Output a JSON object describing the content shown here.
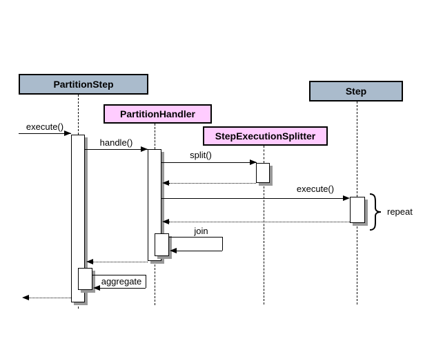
{
  "colors": {
    "actor_blue": "#aabbcc",
    "actor_pink": "#ffccff",
    "shadow": "#999999",
    "line": "#000000",
    "background": "#ffffff"
  },
  "diagram": {
    "type": "uml-sequence",
    "actors": [
      {
        "name": "PartitionStep",
        "style": "blue"
      },
      {
        "name": "PartitionHandler",
        "style": "pink"
      },
      {
        "name": "StepExecutionSplitter",
        "style": "pink"
      },
      {
        "name": "Step",
        "style": "blue"
      }
    ],
    "messages": [
      {
        "label": "execute()",
        "kind": "sync",
        "from": "caller",
        "to": "PartitionStep"
      },
      {
        "label": "handle()",
        "kind": "sync",
        "from": "PartitionStep",
        "to": "PartitionHandler"
      },
      {
        "label": "split()",
        "kind": "sync",
        "from": "PartitionHandler",
        "to": "StepExecutionSplitter"
      },
      {
        "label": "",
        "kind": "return",
        "from": "StepExecutionSplitter",
        "to": "PartitionHandler"
      },
      {
        "label": "execute()",
        "kind": "sync",
        "from": "PartitionHandler",
        "to": "Step"
      },
      {
        "label": "",
        "kind": "return",
        "from": "Step",
        "to": "PartitionHandler"
      },
      {
        "label": "join",
        "kind": "self",
        "from": "PartitionHandler",
        "to": "PartitionHandler"
      },
      {
        "label": "",
        "kind": "return",
        "from": "PartitionHandler",
        "to": "PartitionStep"
      },
      {
        "label": "aggregate",
        "kind": "self",
        "from": "PartitionStep",
        "to": "PartitionStep"
      },
      {
        "label": "",
        "kind": "return",
        "from": "PartitionStep",
        "to": "caller"
      }
    ],
    "annotations": [
      {
        "text": "repeat",
        "target": "Step execute() activation"
      }
    ]
  }
}
